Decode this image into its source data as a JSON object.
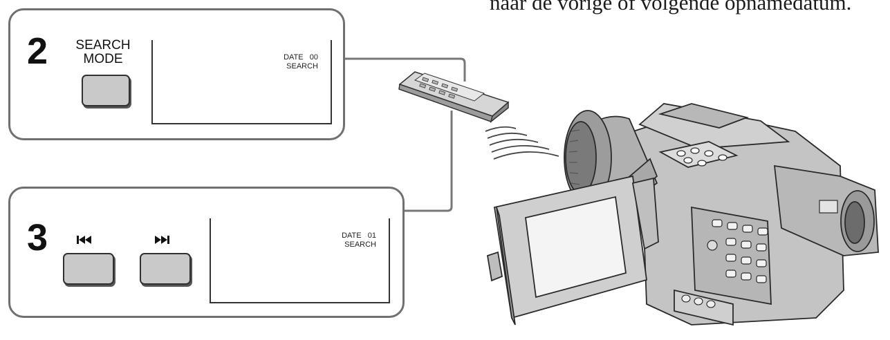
{
  "caption_fragment": "naar de vorige of volgende opnamedatum.",
  "step2": {
    "number": "2",
    "button_label_line1": "SEARCH",
    "button_label_line2": "MODE",
    "screen_line1": "DATE   00",
    "screen_line2": "SEARCH"
  },
  "step3": {
    "number": "3",
    "prev_icon": "skip-previous-icon",
    "next_icon": "skip-next-icon",
    "screen_line1": "DATE   01",
    "screen_line2": "SEARCH"
  },
  "illustration": {
    "remote_icon": "remote-control-icon",
    "camcorder_icon": "camcorder-icon"
  }
}
